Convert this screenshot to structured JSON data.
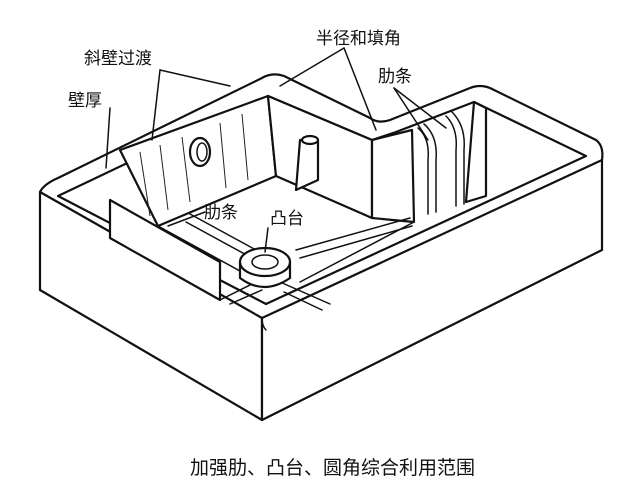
{
  "labels": {
    "inclined_wall_transition": "斜壁过渡",
    "wall_thickness": "壁厚",
    "radius_and_fillet": "半径和填角",
    "rib_right": "肋条",
    "rib_center": "肋条",
    "boss": "凸台"
  },
  "caption": "加强肋、凸台、圆角综合利用范围"
}
